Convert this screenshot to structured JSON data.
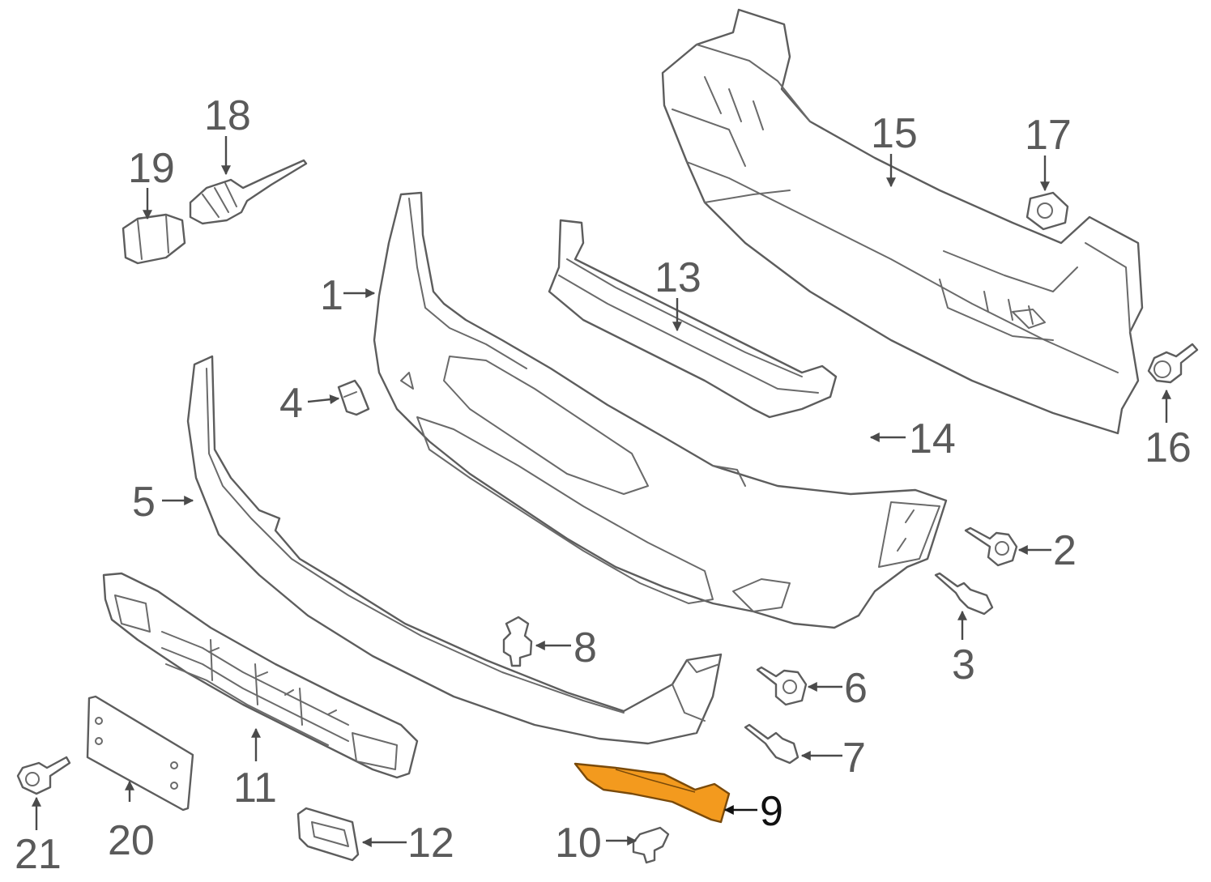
{
  "diagram": {
    "highlight_color": "#f39a1e",
    "highlighted_part": "9",
    "callouts": [
      {
        "id": "1",
        "label": "1"
      },
      {
        "id": "2",
        "label": "2"
      },
      {
        "id": "3",
        "label": "3"
      },
      {
        "id": "4",
        "label": "4"
      },
      {
        "id": "5",
        "label": "5"
      },
      {
        "id": "6",
        "label": "6"
      },
      {
        "id": "7",
        "label": "7"
      },
      {
        "id": "8",
        "label": "8"
      },
      {
        "id": "9",
        "label": "9"
      },
      {
        "id": "10",
        "label": "10"
      },
      {
        "id": "11",
        "label": "11"
      },
      {
        "id": "12",
        "label": "12"
      },
      {
        "id": "13",
        "label": "13"
      },
      {
        "id": "14",
        "label": "14"
      },
      {
        "id": "15",
        "label": "15"
      },
      {
        "id": "16",
        "label": "16"
      },
      {
        "id": "17",
        "label": "17"
      },
      {
        "id": "18",
        "label": "18"
      },
      {
        "id": "19",
        "label": "19"
      },
      {
        "id": "20",
        "label": "20"
      },
      {
        "id": "21",
        "label": "21"
      }
    ]
  }
}
